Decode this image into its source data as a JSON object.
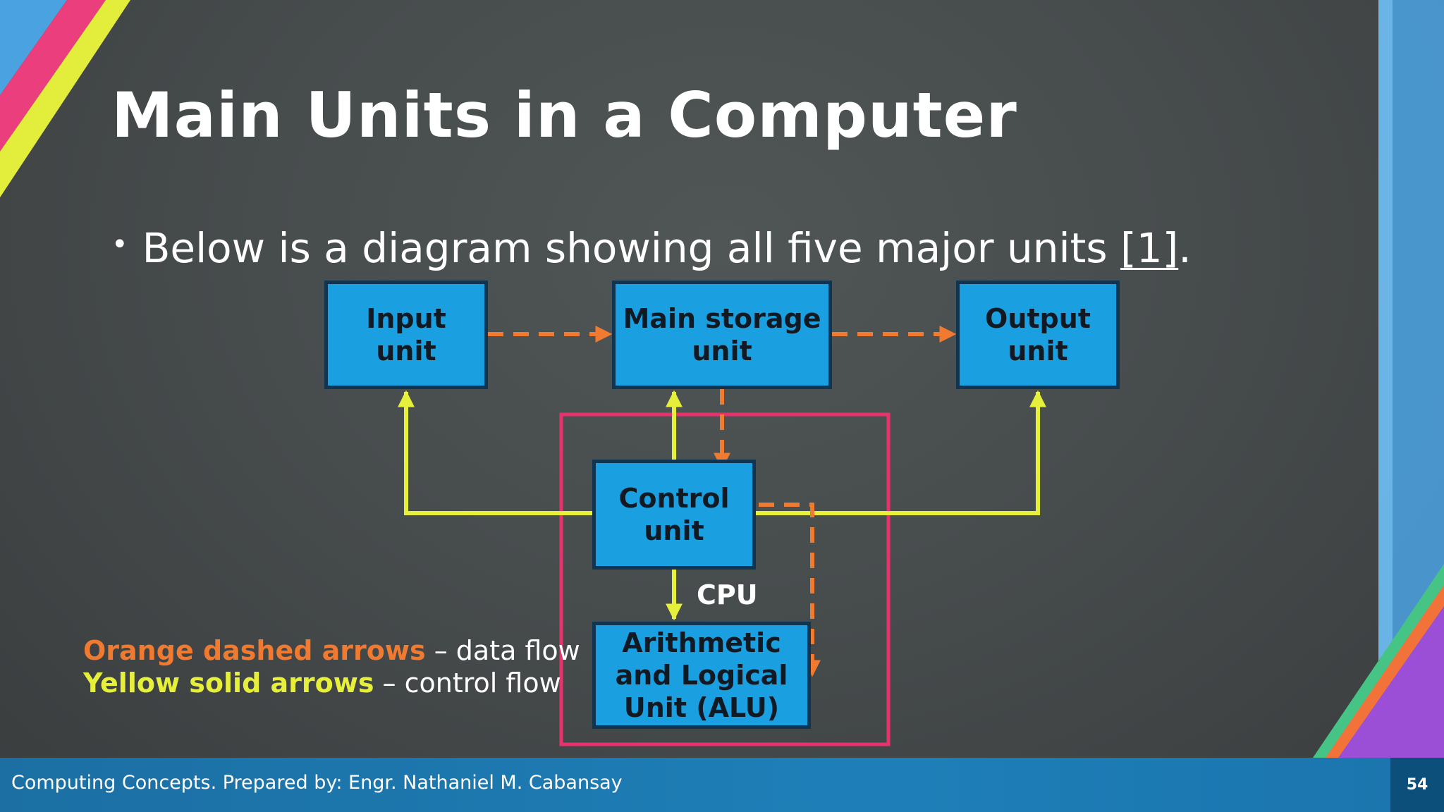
{
  "slide": {
    "title": "Main Units in a Computer",
    "bullet": {
      "text": "Below is a diagram showing all five major units ",
      "reference": "[1]",
      "end": "."
    }
  },
  "diagram": {
    "units": {
      "input": "Input unit",
      "main_storage": "Main storage\nunit",
      "output": "Output\nunit",
      "control": "Control\nunit",
      "alu": "Arithmetic\nand Logical\nUnit (ALU)"
    },
    "cpu_label": "CPU"
  },
  "legend": {
    "orange_key": "Orange dashed arrows",
    "orange_desc": " – data flow",
    "yellow_key": "Yellow solid arrows",
    "yellow_desc": " – control flow"
  },
  "footer": {
    "text": "Computing Concepts. Prepared by: Engr. Nathaniel M. Cabansay",
    "page_number": "54"
  },
  "colors": {
    "data_flow": "#f07a30",
    "control_flow": "#e6f03a",
    "cpu_border": "#e8326e",
    "unit_fill": "#1a9fe0",
    "footer": "#1e7fb8"
  }
}
